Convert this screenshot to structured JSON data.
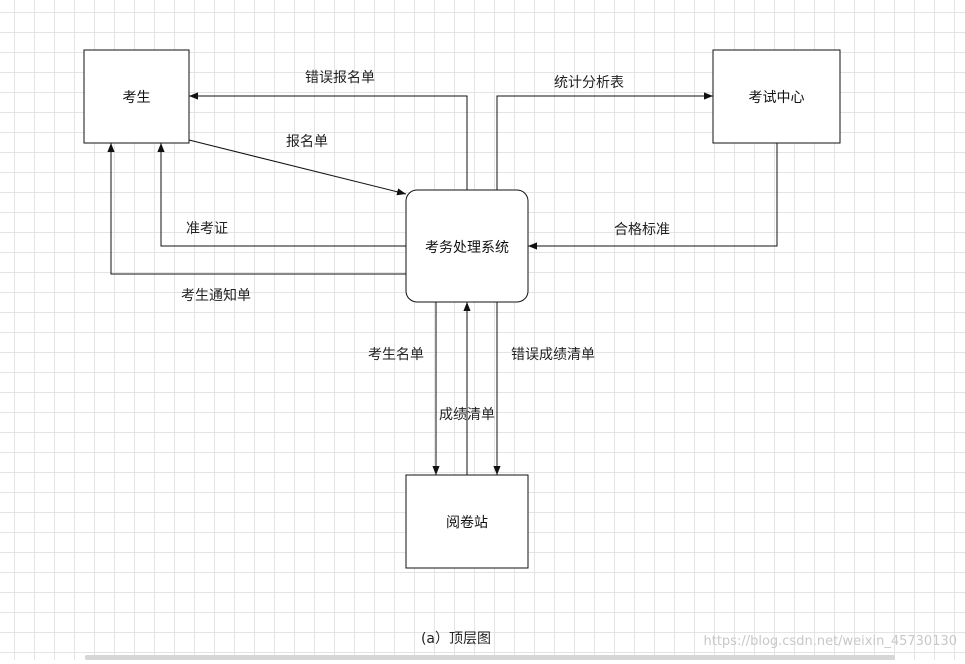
{
  "nodes": {
    "student": "考生",
    "exam_center": "考试中心",
    "processing_system": "考务处理系统",
    "grading_station": "阅卷站"
  },
  "flows": {
    "wrong_application": "错误报名单",
    "statistics_table": "统计分析表",
    "application_form": "报名单",
    "admission_ticket": "准考证",
    "passing_standard": "合格标准",
    "student_notice": "考生通知单",
    "student_list": "考生名单",
    "wrong_score_list": "错误成绩清单",
    "score_list": "成绩清单"
  },
  "caption": "(a）顶层图",
  "watermark": "https://blog.csdn.net/weixin_45730130"
}
